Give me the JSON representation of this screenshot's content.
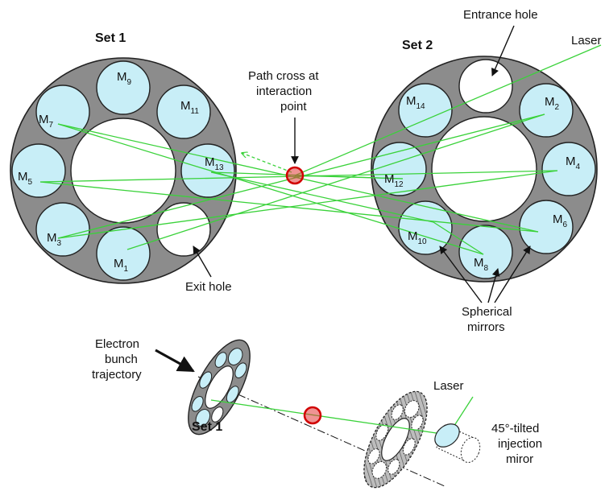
{
  "labels": {
    "set1": "Set 1",
    "set2": "Set 2",
    "entrance_hole": "Entrance hole",
    "laser": "Laser",
    "path_cross_l1": "Path cross at",
    "path_cross_l2": "interaction",
    "path_cross_l3": "point",
    "exit_hole": "Exit hole",
    "spherical_l1": "Spherical",
    "spherical_l2": "mirrors",
    "electron_l1": "Electron",
    "electron_l2": "bunch",
    "electron_l3": "trajectory",
    "set1_bottom": "Set 1",
    "laser_bottom": "Laser",
    "tilted_l1": "45°-tilted",
    "tilted_l2": "injection",
    "tilted_l3": "miror"
  },
  "mirrors": {
    "m1": {
      "letter": "M",
      "sub": "1"
    },
    "m2": {
      "letter": "M",
      "sub": "2"
    },
    "m3": {
      "letter": "M",
      "sub": "3"
    },
    "m4": {
      "letter": "M",
      "sub": "4"
    },
    "m5": {
      "letter": "M",
      "sub": "5"
    },
    "m6": {
      "letter": "M",
      "sub": "6"
    },
    "m7": {
      "letter": "M",
      "sub": "7"
    },
    "m8": {
      "letter": "M",
      "sub": "8"
    },
    "m9": {
      "letter": "M",
      "sub": "9"
    },
    "m10": {
      "letter": "M",
      "sub": "10"
    },
    "m11": {
      "letter": "M",
      "sub": "11"
    },
    "m12": {
      "letter": "M",
      "sub": "12"
    },
    "m13": {
      "letter": "M",
      "sub": "13"
    },
    "m14": {
      "letter": "M",
      "sub": "14"
    }
  },
  "colors": {
    "beam": "#3ad23a",
    "mirror": "#c8eef7",
    "ring": "#8c8c8c",
    "interaction": "#e23a3a"
  }
}
